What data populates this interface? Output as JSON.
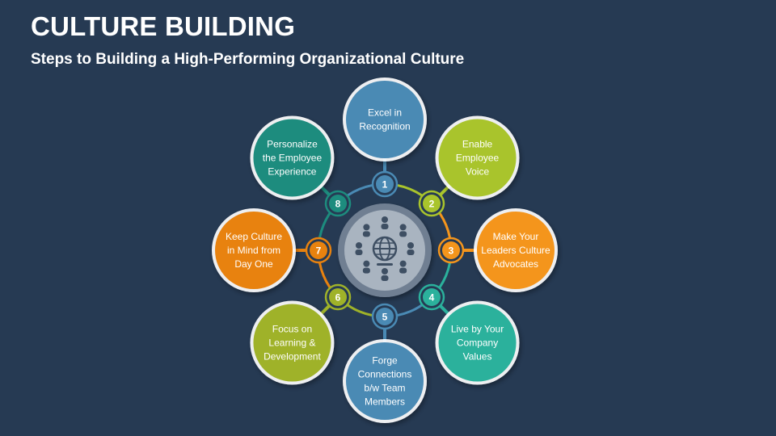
{
  "title": "CULTURE BUILDING",
  "subtitle": "Steps to Building a High-Performing Organizational Culture",
  "center_icon": "people-around-globe-icon",
  "steps": [
    {
      "number": "1",
      "lines": [
        "Excel in",
        "Recognition"
      ],
      "color": "#4a8ab4"
    },
    {
      "number": "2",
      "lines": [
        "Enable",
        "Employee",
        "Voice"
      ],
      "color": "#a9c42c"
    },
    {
      "number": "3",
      "lines": [
        "Make Your",
        "Leaders Culture",
        "Advocates"
      ],
      "color": "#f4951c"
    },
    {
      "number": "4",
      "lines": [
        "Live by Your",
        "Company",
        "Values"
      ],
      "color": "#2bb19c"
    },
    {
      "number": "5",
      "lines": [
        "Forge",
        "Connections",
        "b/w Team",
        "Members"
      ],
      "color": "#4a8ab4"
    },
    {
      "number": "6",
      "lines": [
        "Focus on",
        "Learning &",
        "Development"
      ],
      "color": "#9fb229"
    },
    {
      "number": "7",
      "lines": [
        "Keep Culture",
        "in Mind from",
        "Day One"
      ],
      "color": "#e8820f"
    },
    {
      "number": "8",
      "lines": [
        "Personalize",
        "the Employee",
        "Experience"
      ],
      "color": "#1d8c7e"
    }
  ]
}
